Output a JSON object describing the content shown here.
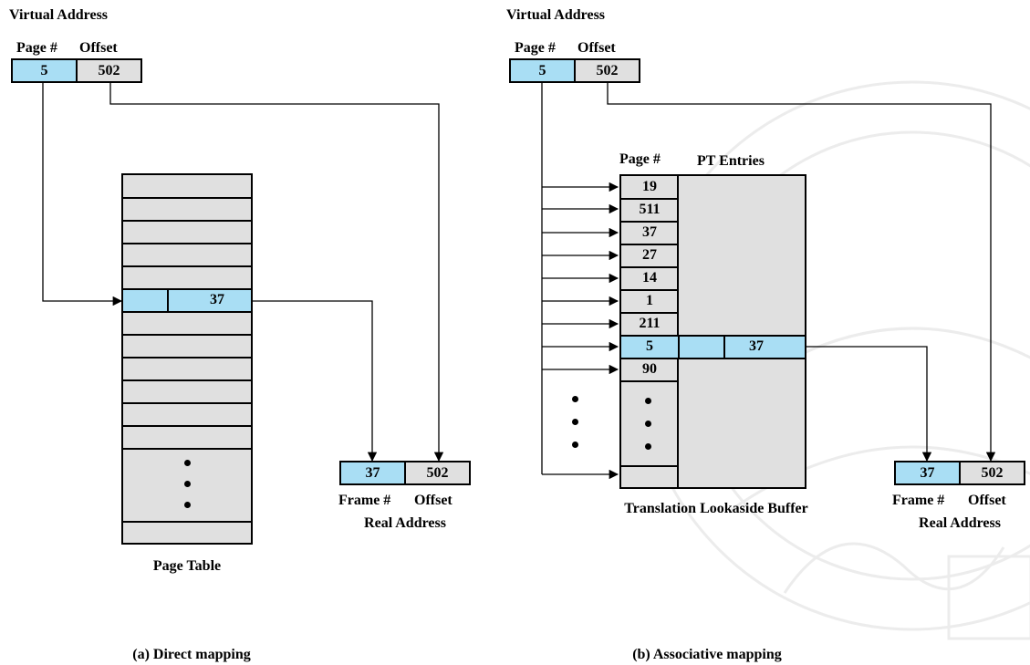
{
  "colors": {
    "highlight": "#a9def4",
    "table": "#e0e0e0",
    "line": "#000000",
    "watermark": "#ececec"
  },
  "direct": {
    "virtual_address_title": "Virtual Address",
    "page_label": "Page #",
    "offset_label": "Offset",
    "page_value": "5",
    "offset_value": "502",
    "match_frame": "37",
    "real_frame": "37",
    "real_offset": "502",
    "frame_label": "Frame #",
    "real_offset_label": "Offset",
    "real_address_title": "Real Address",
    "table_caption": "Page Table",
    "caption": "(a) Direct mapping"
  },
  "assoc": {
    "virtual_address_title": "Virtual Address",
    "page_label": "Page #",
    "offset_label": "Offset",
    "page_value": "5",
    "offset_value": "502",
    "col_page_label": "Page #",
    "col_entries_label": "PT Entries",
    "tlb_pages": [
      "19",
      "511",
      "37",
      "27",
      "14",
      "1",
      "211",
      "5",
      "90"
    ],
    "match_frame": "37",
    "real_frame": "37",
    "real_offset": "502",
    "frame_label": "Frame #",
    "real_offset_label": "Offset",
    "real_address_title": "Real Address",
    "tlb_caption": "Translation Lookaside Buffer",
    "caption": "(b) Associative mapping"
  }
}
